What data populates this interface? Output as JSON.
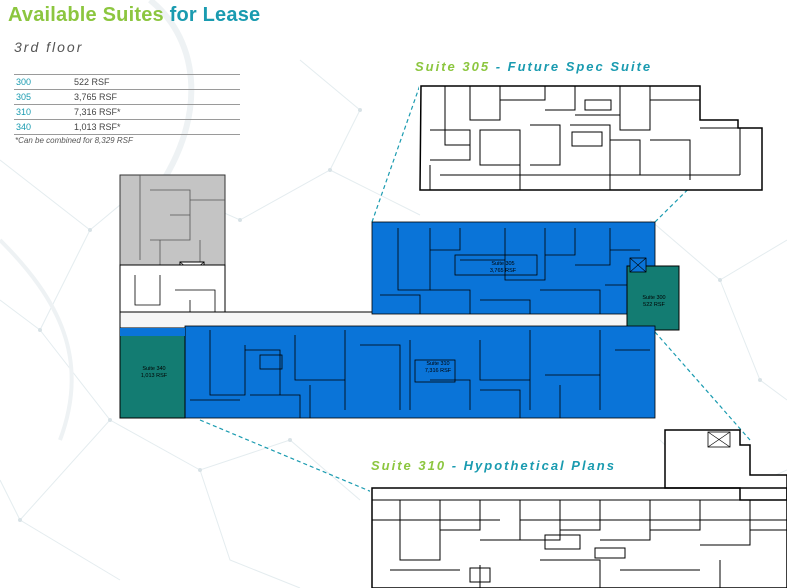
{
  "header": {
    "title_part1": "Available Suites ",
    "title_part2": "for Lease",
    "floor_label": "3rd floor"
  },
  "suites_table": [
    {
      "suite": "300",
      "rsf": "522 RSF"
    },
    {
      "suite": "305",
      "rsf": "3,765 RSF"
    },
    {
      "suite": "310",
      "rsf": "7,316 RSF*"
    },
    {
      "suite": "340",
      "rsf": "1,013 RSF*"
    }
  ],
  "footnote": "*Can be combined for 8,329 RSF",
  "plans": {
    "suite305_title_suite": "Suite 305",
    "suite305_title_sub": " - Future Spec Suite",
    "suite310_title_suite": "Suite 310",
    "suite310_title_sub": " - Hypothetical Plans"
  },
  "floorplan_labels": {
    "suite305_name": "Suite 305",
    "suite305_rsf": "3,765 RSF",
    "suite300_name": "Suite 300",
    "suite300_rsf": "522 RSF",
    "suite310_name": "Suite 310",
    "suite310_rsf": "7,316 RSF",
    "suite340_name": "Suite 340",
    "suite340_rsf": "1,013 RSF"
  },
  "colors": {
    "available_blue": "#0a74d8",
    "suite_teal": "#137c72",
    "common_gray": "#c4c4c4",
    "corridor": "#f6f6f6",
    "accent_green": "#8cc63f",
    "accent_teal": "#1a9bb0"
  }
}
